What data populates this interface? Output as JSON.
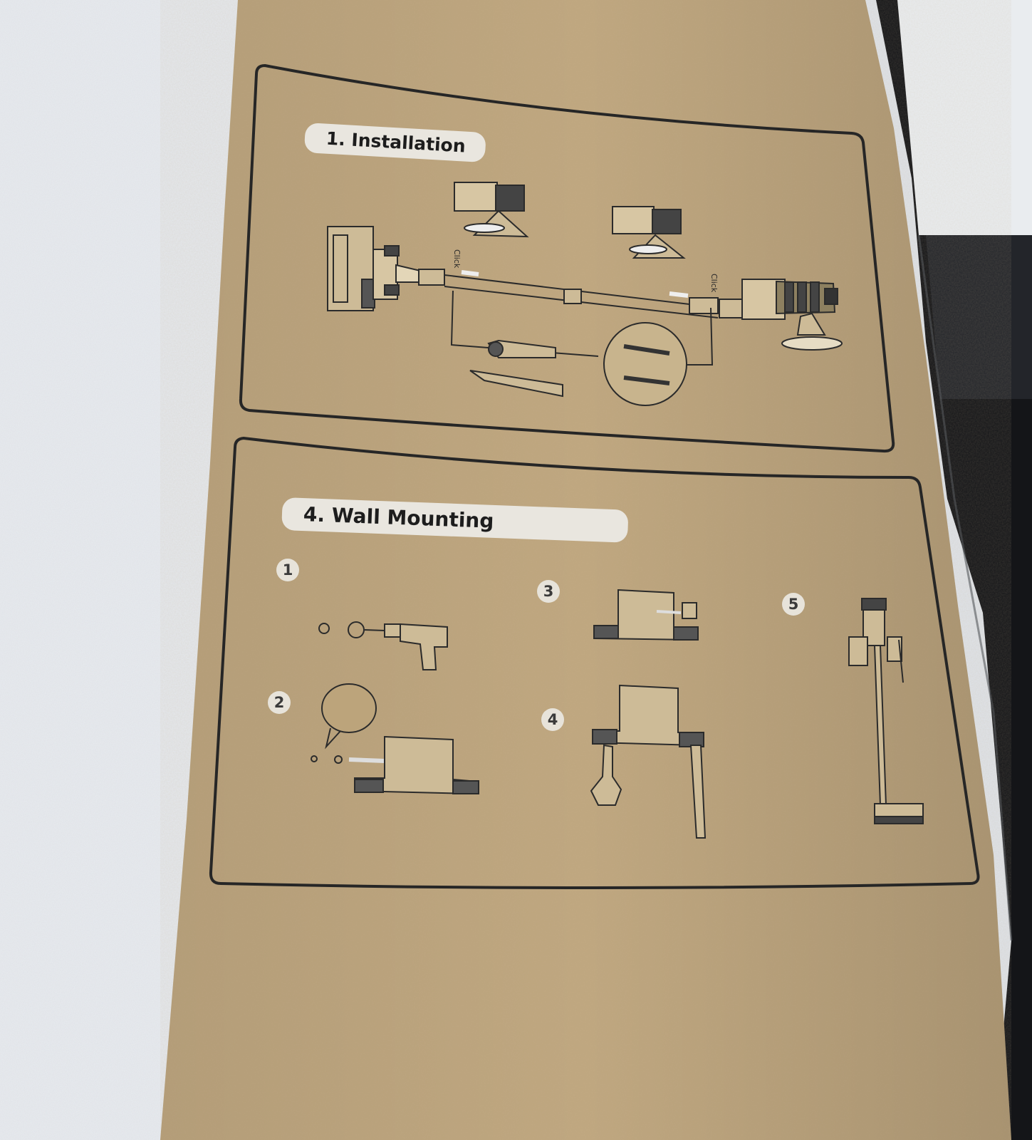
{
  "installation": {
    "heading": "1. Installation",
    "click_label": "Click"
  },
  "wall_mounting": {
    "heading": "4. Wall Mounting",
    "steps": [
      "1",
      "2",
      "3",
      "4",
      "5"
    ]
  },
  "colors": {
    "cardboard": "#bfa67e",
    "line_art": "#2a2a2a",
    "label_pill": "#e9e6df",
    "background_foam": "#d9dde3"
  }
}
